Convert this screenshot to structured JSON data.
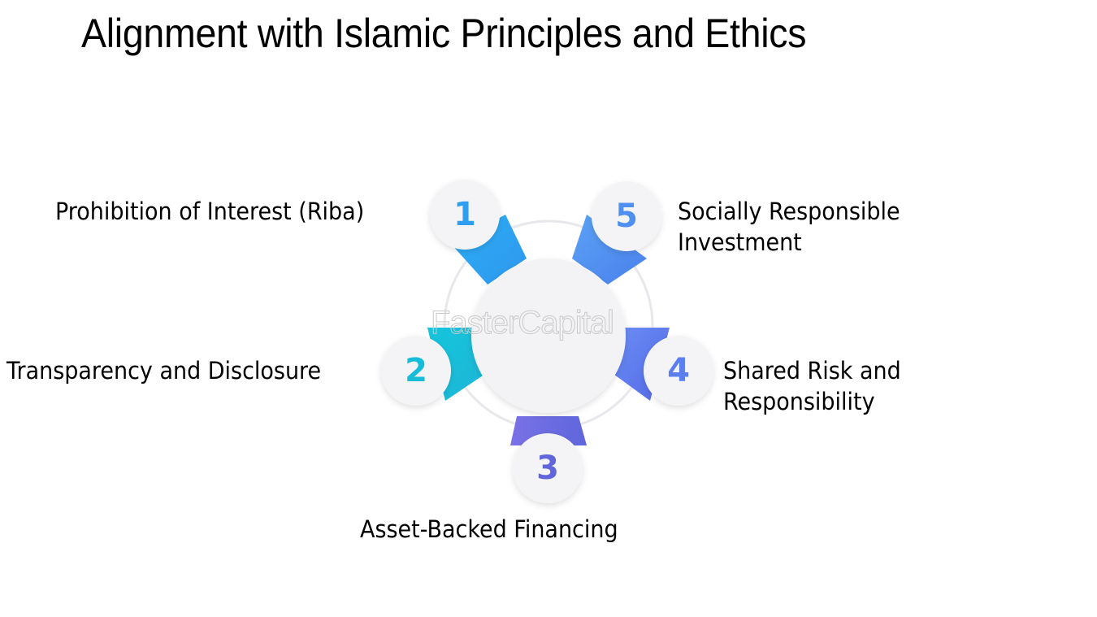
{
  "title": "Alignment with Islamic Principles and Ethics",
  "watermark": "FasterCapital",
  "items": [
    {
      "number": "1",
      "label": "Prohibition of Interest (Riba)",
      "label_lines": [
        "Prohibition of Interest (Riba)"
      ],
      "color": "#2ea3f2"
    },
    {
      "number": "2",
      "label": "Transparency and Disclosure",
      "label_lines": [
        "Transparency and Disclosure"
      ],
      "color": "#17bcd8"
    },
    {
      "number": "3",
      "label": "Asset-Backed Financing",
      "label_lines": [
        "Asset-Backed Financing"
      ],
      "color": "#6b6fe0"
    },
    {
      "number": "4",
      "label": "Shared Risk and Responsibility",
      "label_lines": [
        "Shared Risk and",
        "Responsibility"
      ],
      "color": "#5b7ef0"
    },
    {
      "number": "5",
      "label": "Socially Responsible Investment",
      "label_lines": [
        "Socially Responsible",
        "Investment"
      ],
      "color": "#4f8ff0"
    }
  ],
  "colors": {
    "node_fill": "#f4f4f6",
    "center_fill": "#f3f3f5",
    "ring": "#e6e6ea",
    "text": "#000000"
  }
}
